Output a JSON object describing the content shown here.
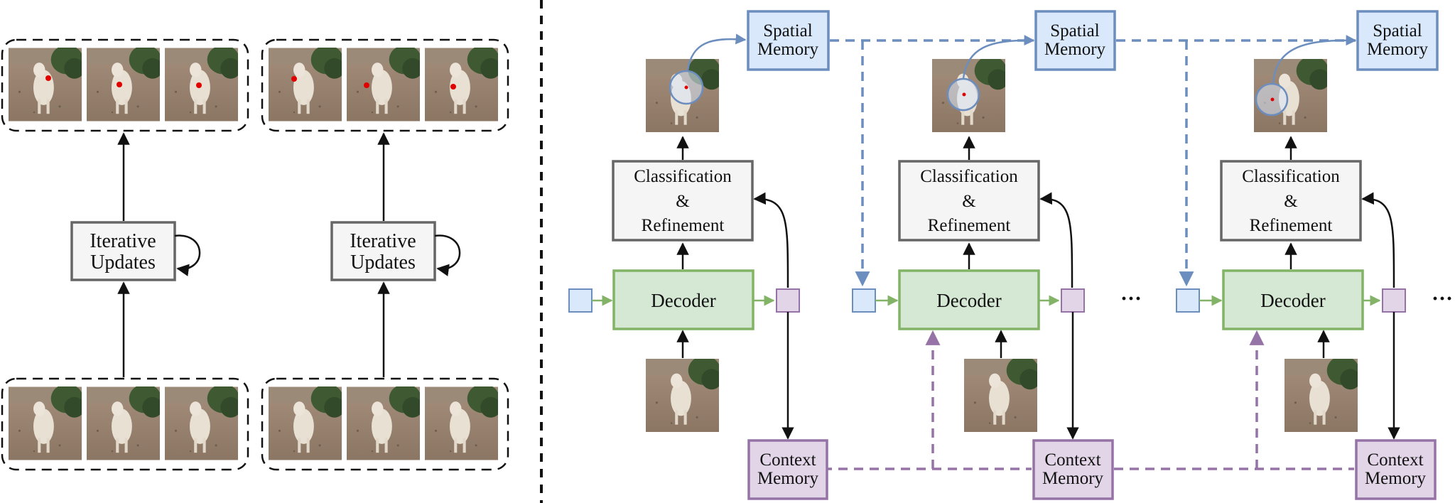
{
  "colors": {
    "spatial_fill": "#dae8fc",
    "spatial_stroke": "#6c8ebf",
    "context_fill": "#e1d5e7",
    "context_stroke": "#9673a6",
    "decoder_fill": "#d5e8d4",
    "decoder_stroke": "#82b366",
    "gray_fill": "#f5f5f5",
    "gray_stroke": "#666666",
    "point_marker": "#e00000",
    "arrow": "#111111"
  },
  "left_panel": {
    "iterative_updates_line1": "Iterative",
    "iterative_updates_line2": "Updates"
  },
  "right_panel": {
    "spatial_memory_line1": "Spatial",
    "spatial_memory_line2": "Memory",
    "context_memory_line1": "Context",
    "context_memory_line2": "Memory",
    "classification_line1": "Classification",
    "classification_line2": "&",
    "classification_line3": "Refinement",
    "decoder_label": "Decoder",
    "continuation": "···"
  }
}
